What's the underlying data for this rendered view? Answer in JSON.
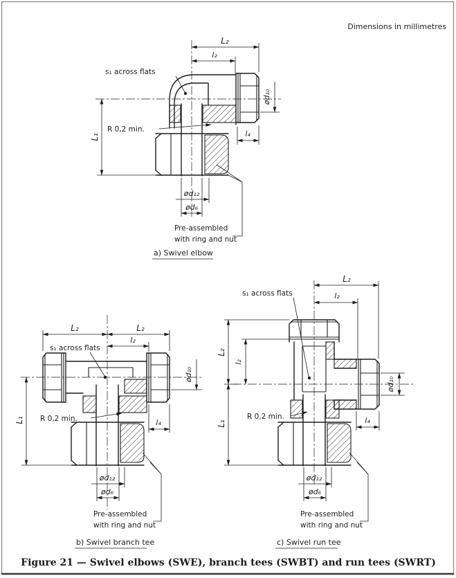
{
  "page": {
    "units_note": "Dimensions in millimetres",
    "figure_caption": "Figure 21 — Swivel elbows (SWE), branch tees (SWBT) and run tees (SWRT)",
    "line_color": "#1c1c1c",
    "border_color": "#8a8a8a"
  },
  "dim_labels": {
    "s1_across_flats": "s₁ across flats",
    "radius_min": "R 0,2 min.",
    "L1": "L₁",
    "L2": "L₂",
    "l2": "l₂",
    "l4": "l₄",
    "d10": "ød₁₀",
    "d12": "ød₁₂",
    "d6": "ød₆",
    "preassembled_line1": "Pre-assembled",
    "preassembled_line2": "with ring and nut"
  },
  "views": {
    "a": {
      "caption": "a) Swivel elbow"
    },
    "b": {
      "caption": "b) Swivel branch tee"
    },
    "c": {
      "caption": "c) Swivel run tee"
    }
  }
}
